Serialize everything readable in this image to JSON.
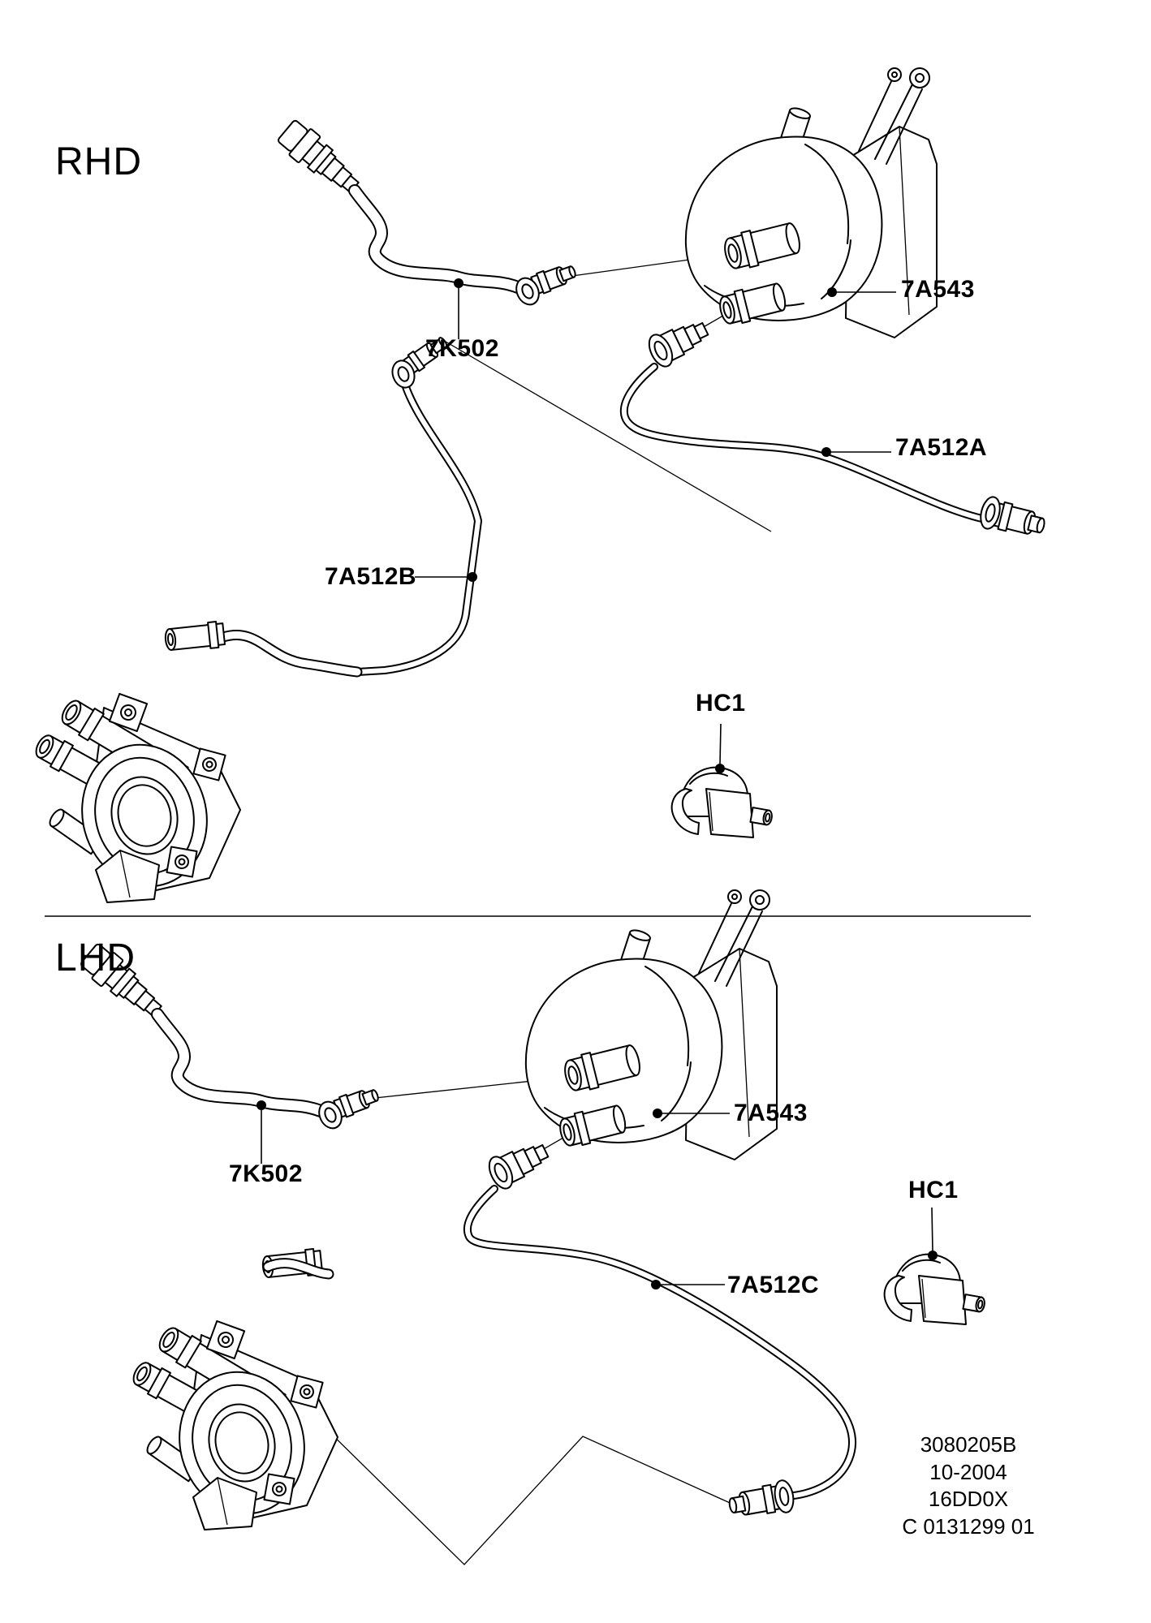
{
  "colors": {
    "background": "#ffffff",
    "line": "#000000"
  },
  "sections": {
    "rhd": {
      "title": "RHD",
      "parts": {
        "hose": "7K502",
        "master_cylinder": "7A543",
        "pipe_a": "7A512A",
        "pipe_b": "7A512B",
        "clip": "HC1"
      }
    },
    "lhd": {
      "title": "LHD",
      "parts": {
        "hose": "7K502",
        "master_cylinder": "7A543",
        "pipe_c": "7A512C",
        "clip": "HC1"
      }
    }
  },
  "footer": {
    "line1": "3080205B",
    "line2": "10-2004",
    "line3": "16DD0X",
    "line4": "C 0131299 01"
  }
}
